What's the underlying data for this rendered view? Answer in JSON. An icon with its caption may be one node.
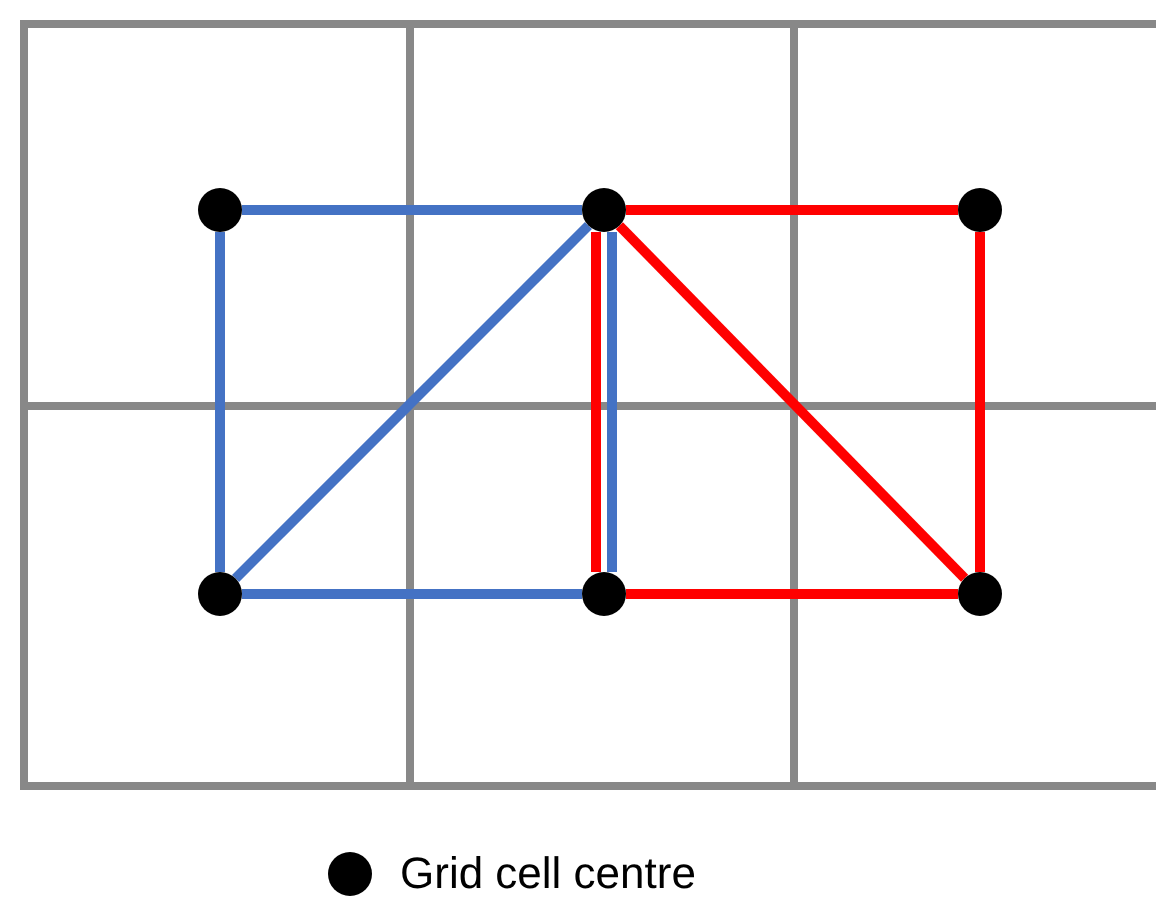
{
  "diagram": {
    "nodes": [
      {
        "text": [],
        "shape": "circle"
      },
      {
        "text": [],
        "shape": "circle"
      },
      {
        "text": [],
        "shape": "circle"
      },
      {
        "text": [],
        "shape": "circle"
      },
      {
        "text": [],
        "shape": "circle"
      },
      {
        "text": [],
        "shape": "circle"
      }
    ],
    "edges": [
      {
        "from": 0,
        "to": 1,
        "arrow": "none",
        "color": "#4472c4"
      },
      {
        "from": 0,
        "to": 3,
        "arrow": "none",
        "color": "#4472c4"
      },
      {
        "from": 3,
        "to": 1,
        "arrow": "none",
        "color": "#4472c4"
      },
      {
        "from": 3,
        "to": 4,
        "arrow": "none",
        "color": "#4472c4"
      },
      {
        "from": 1,
        "to": 4,
        "arrow": "none",
        "color": "#4472c4"
      },
      {
        "from": 1,
        "to": 2,
        "arrow": "none",
        "color": "#ff0000"
      },
      {
        "from": 2,
        "to": 5,
        "arrow": "none",
        "color": "#ff0000"
      },
      {
        "from": 1,
        "to": 5,
        "arrow": "none",
        "color": "#ff0000"
      },
      {
        "from": 1,
        "to": 4,
        "arrow": "none",
        "color": "#ff0000"
      },
      {
        "from": 4,
        "to": 5,
        "arrow": "none",
        "color": "#ff0000"
      }
    ],
    "legend": [
      {
        "text": "Grid cell centre"
      }
    ]
  }
}
